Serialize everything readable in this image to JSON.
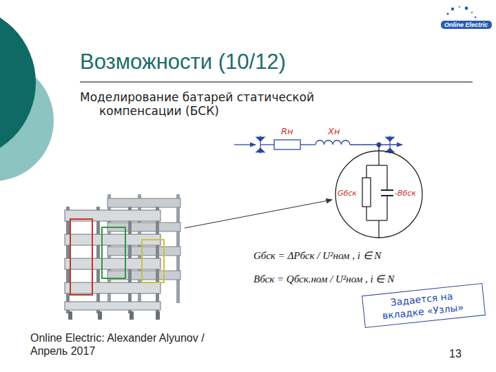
{
  "diagram": {
    "title": "Возможности (10/12)",
    "nodes": [
      {
        "text": [
          "Online Electric"
        ]
      },
      {
        "text": [
          "Gбск",
          "-Bбск"
        ]
      },
      {
        "text": [
          "Задается на вкладке «Узлы»"
        ]
      }
    ],
    "labels": [
      "Моделирование батарей статической компенсации (БСК)",
      "Rн",
      "Xн",
      "Gбск = ΔPбск / U²ном , i ∈ N",
      "Bбск = Qбск.ном / U²ном , i ∈ N",
      "Online Electric: Alexander Alyunov / Апрель 2017",
      "13"
    ]
  }
}
